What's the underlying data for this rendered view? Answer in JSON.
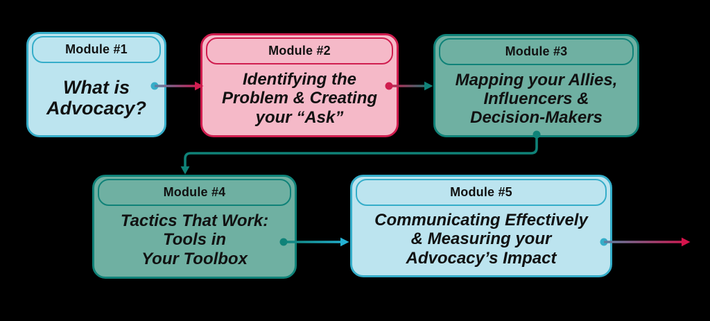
{
  "modules": [
    {
      "title": "Module #1",
      "body": "What is\nAdvocacy?",
      "fill": "#bce4ef",
      "border": "#35adc9"
    },
    {
      "title": "Module #2",
      "body": "Identifying the\nProblem & Creating\nyour “Ask”",
      "fill": "#f5b9c8",
      "border": "#d01d4f"
    },
    {
      "title": "Module #3",
      "body": "Mapping your Allies,\nInfluencers &\nDecision-Makers",
      "fill": "#6fb0a2",
      "border": "#0f8278"
    },
    {
      "title": "Module #4",
      "body": "Tactics That Work:\nTools in\nYour Toolbox",
      "fill": "#6fb0a2",
      "border": "#0f8278"
    },
    {
      "title": "Module #5",
      "body": "Communicating Effectively\n& Measuring your\nAdvocacy’s Impact",
      "fill": "#bce4ef",
      "border": "#35adc9"
    }
  ],
  "connectors": [
    {
      "from": "Module #1",
      "to": "Module #2"
    },
    {
      "from": "Module #2",
      "to": "Module #3"
    },
    {
      "from": "Module #3",
      "to": "Module #4"
    },
    {
      "from": "Module #4",
      "to": "Module #5"
    },
    {
      "from": "Module #5",
      "to": "offscreen-right"
    }
  ],
  "palette": {
    "background": "#000000",
    "text": "#111111",
    "steel_blue": "#5c81a3",
    "arrow_cyan": "#24b2d4",
    "arrow_crimson": "#d5134b",
    "teal_line": "#0f8278"
  }
}
